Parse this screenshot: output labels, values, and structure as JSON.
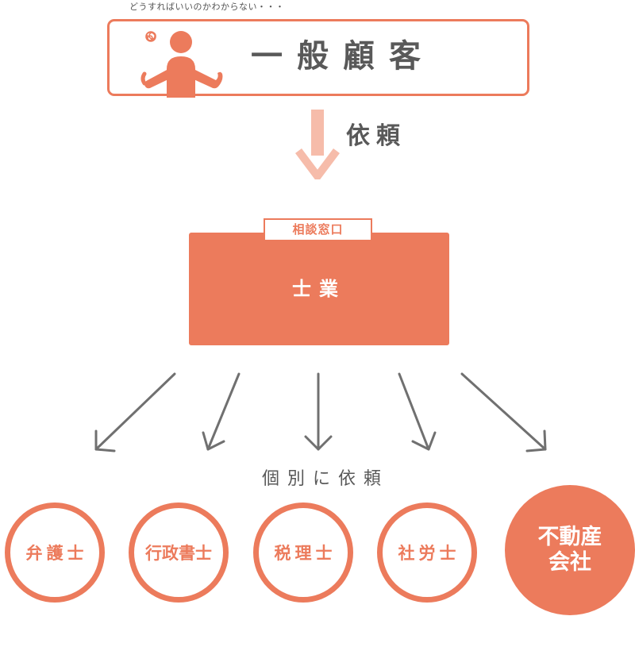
{
  "customer": {
    "thought": "どうすればいいのかわからない・・・",
    "title": "一般顧客"
  },
  "request_label": "依頼",
  "professionals": {
    "tab_label": "相談窓口",
    "title": "士業"
  },
  "individual_label": "個別に依頼",
  "targets": [
    {
      "label": "弁護士"
    },
    {
      "label": "行政書士"
    },
    {
      "label": "税理士"
    },
    {
      "label": "社労士"
    },
    {
      "label": "不動産\n会社"
    }
  ],
  "colors": {
    "accent": "#ec7b5c",
    "arrow_light": "#f6bcaa",
    "text_gray": "#595959",
    "arrow_gray": "#707070"
  }
}
